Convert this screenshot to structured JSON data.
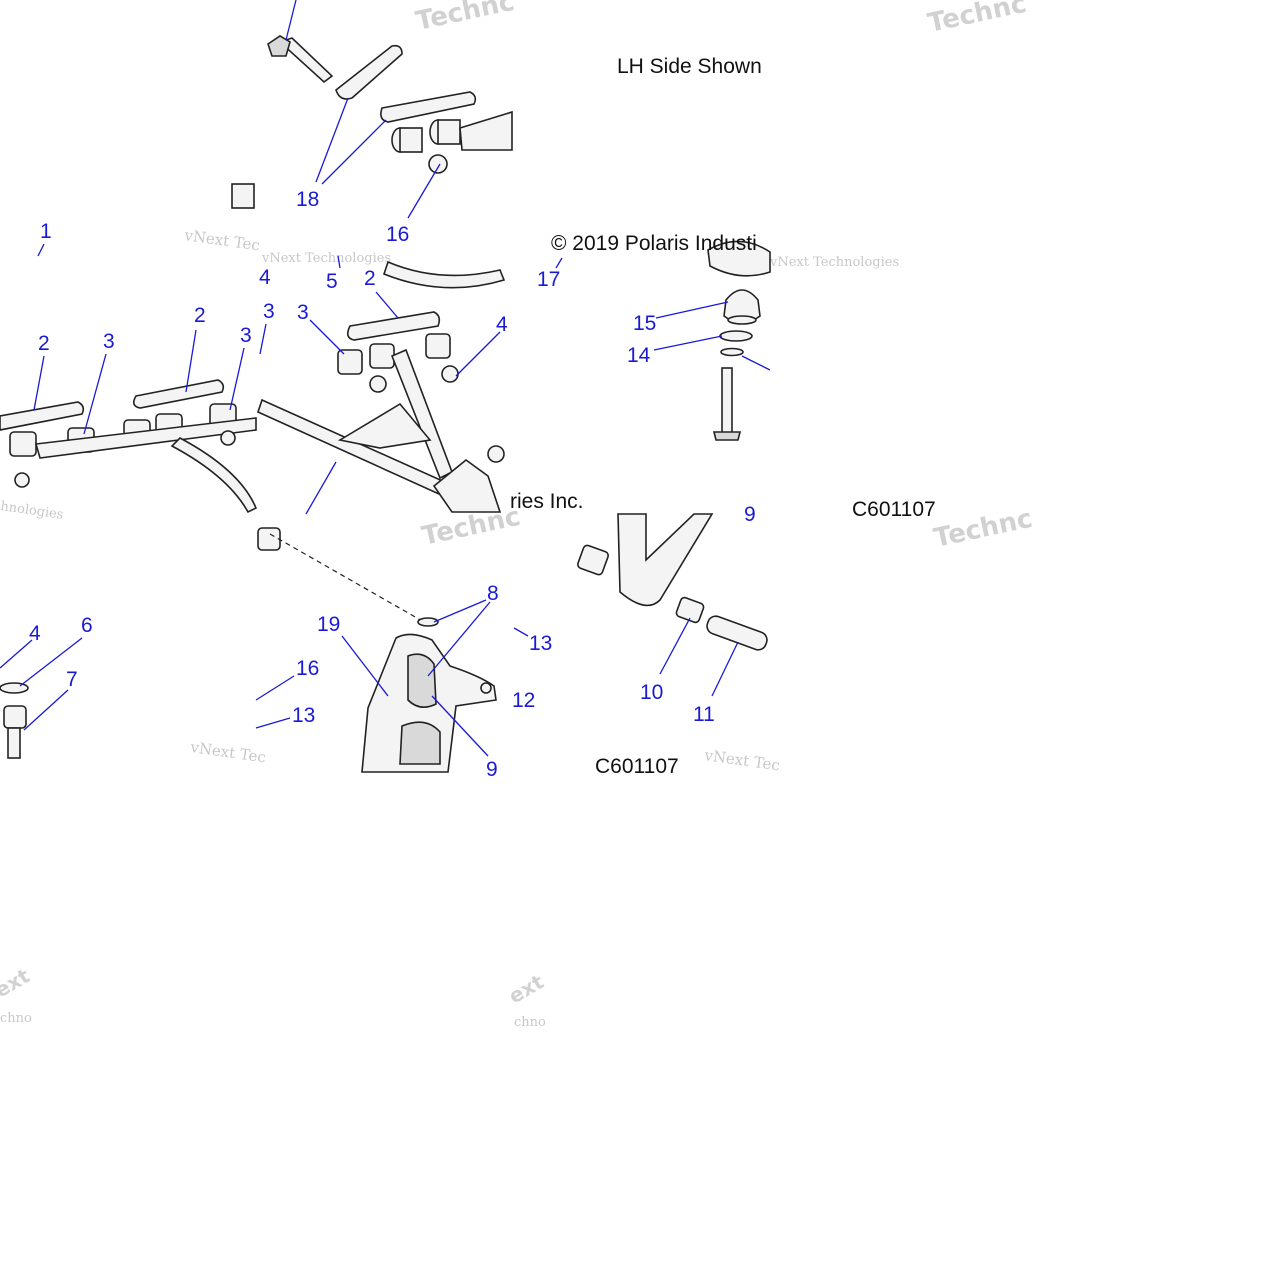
{
  "header": {
    "side_note": "LH Side Shown",
    "copyright": "© 2019 Polaris Industi",
    "copyright_fragment": "ries Inc.",
    "diagram_code": "C601107",
    "diagram_code_fragment": "C601107"
  },
  "callouts": [
    {
      "id": "c18",
      "text": "18"
    },
    {
      "id": "c16a",
      "text": "16"
    },
    {
      "id": "c1",
      "text": "1"
    },
    {
      "id": "c4a",
      "text": "4"
    },
    {
      "id": "c5",
      "text": "5"
    },
    {
      "id": "c2a",
      "text": "2"
    },
    {
      "id": "c17",
      "text": "17"
    },
    {
      "id": "c3a",
      "text": "3"
    },
    {
      "id": "c3b",
      "text": "3"
    },
    {
      "id": "c4b",
      "text": "4"
    },
    {
      "id": "c2b",
      "text": "2"
    },
    {
      "id": "c3c",
      "text": "3"
    },
    {
      "id": "c2c",
      "text": "2"
    },
    {
      "id": "c3d",
      "text": "3"
    },
    {
      "id": "c15",
      "text": "15"
    },
    {
      "id": "c14",
      "text": "14"
    },
    {
      "id": "c9a",
      "text": "9"
    },
    {
      "id": "c8",
      "text": "8"
    },
    {
      "id": "c4c",
      "text": "4"
    },
    {
      "id": "c6",
      "text": "6"
    },
    {
      "id": "c19",
      "text": "19"
    },
    {
      "id": "c13a",
      "text": "13"
    },
    {
      "id": "c7",
      "text": "7"
    },
    {
      "id": "c16b",
      "text": "16"
    },
    {
      "id": "c12",
      "text": "12"
    },
    {
      "id": "c10",
      "text": "10"
    },
    {
      "id": "c13b",
      "text": "13"
    },
    {
      "id": "c11",
      "text": "11"
    },
    {
      "id": "c9b",
      "text": "9"
    }
  ],
  "watermarks": {
    "techno": "Technc",
    "vnext": "vNext Tec",
    "vnext_full": "vNext Technologies",
    "hnologies": "hnologies",
    "chno": "chno",
    "ext": "ext"
  },
  "colors": {
    "callout": "#1a1ad6",
    "text": "#111111",
    "watermark": "#9a9a9a"
  }
}
